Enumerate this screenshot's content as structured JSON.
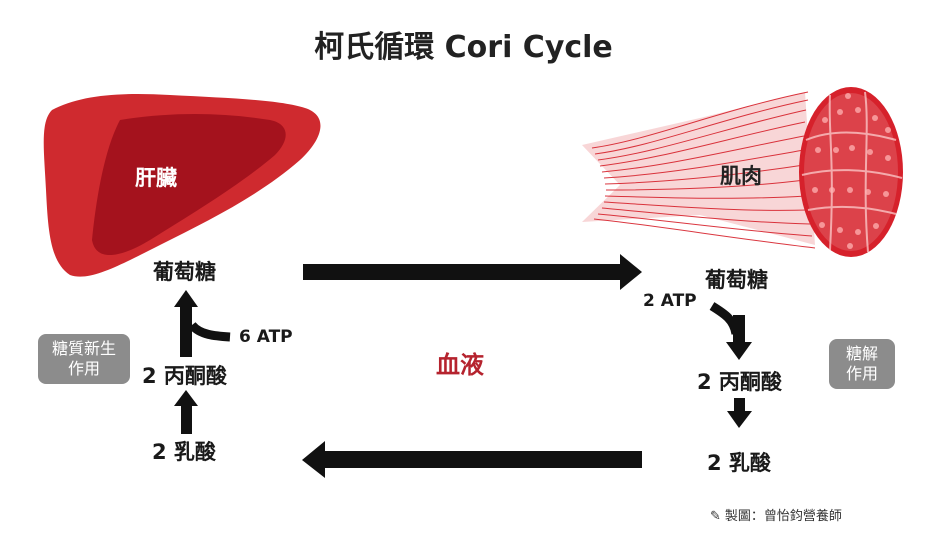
{
  "title": "柯氏循環  Cori Cycle",
  "liver": {
    "label": "肝臟"
  },
  "muscle": {
    "label": "肌肉"
  },
  "liver_side": {
    "glucose": "葡萄糖",
    "atp": "6 ATP",
    "pyruvate": "2 丙酮酸",
    "lactate": "2 乳酸",
    "process": [
      "糖質新生",
      "作用"
    ]
  },
  "muscle_side": {
    "glucose": "葡萄糖",
    "atp": "2 ATP",
    "pyruvate": "2 丙酮酸",
    "lactate": "2 乳酸",
    "process": [
      "糖解",
      "作用"
    ]
  },
  "blood": "血液",
  "credit": "製圖：曾怡鈞營養師",
  "colors": {
    "liver_dark": "#a4121d",
    "liver_light": "#cf2a2f",
    "muscle_red": "#d6212b",
    "badge_gray": "#8c8c8c",
    "blood_text": "#b5232e"
  }
}
